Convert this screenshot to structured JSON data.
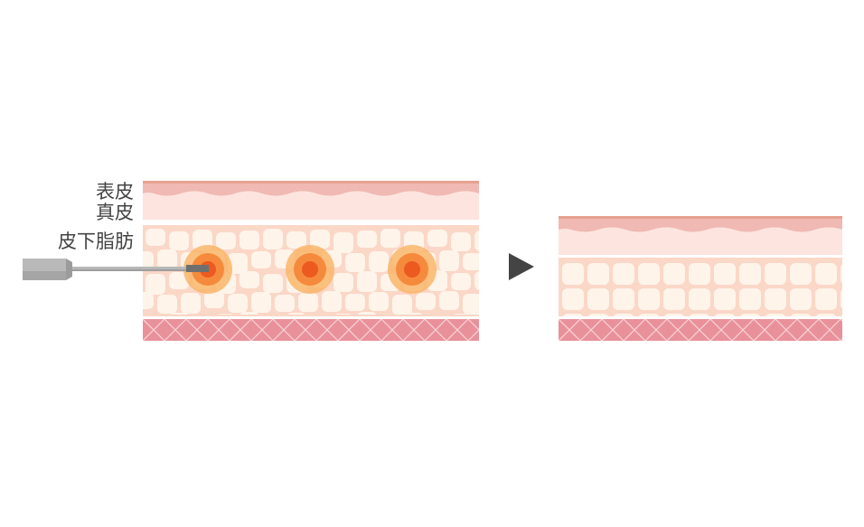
{
  "labels": {
    "epidermis": "表皮",
    "dermis": "真皮",
    "subcutaneous_fat": "皮下脂肪"
  },
  "colors": {
    "epidermis": "#f0b9b3",
    "epidermis_line": "#e7a191",
    "dermis": "#fde4df",
    "fat_background": "#fbd7c7",
    "fat_cell": "#fef4ea",
    "fascia": "#e9919b",
    "fascia_mesh": "#f8d4d6",
    "heat_outer": "#f9b66b",
    "heat_mid": "#f58a3d",
    "heat_core": "#ec5a1f",
    "probe": "#b7b7b7",
    "arrow": "#444444",
    "label": "#444444"
  },
  "icons": {
    "probe": "probe-device-icon",
    "transition": "right-arrow-icon"
  }
}
